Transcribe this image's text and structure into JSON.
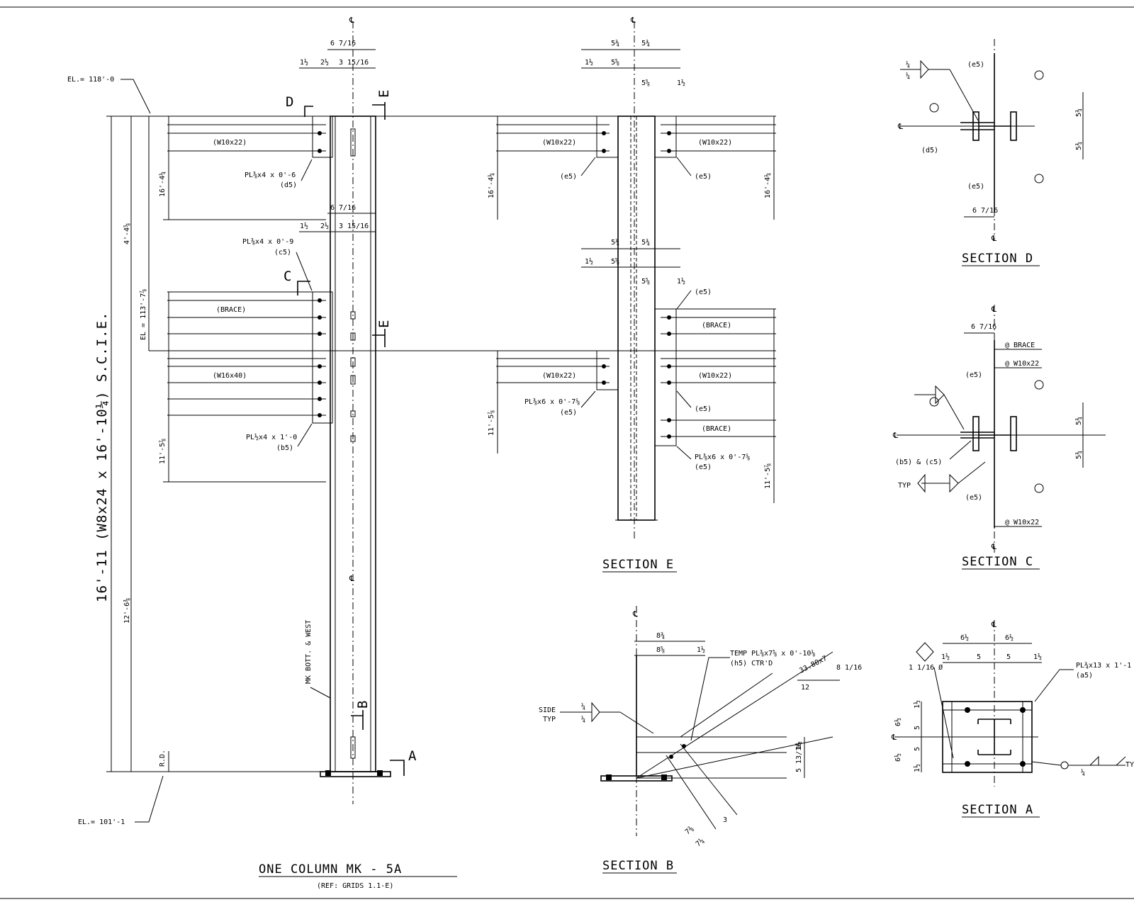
{
  "main": {
    "title": "ONE COLUMN MK - 5A",
    "subtitle": "(REF: GRIDS 1.1-E)",
    "member": "16'-11  (W8x24 x 16'-10¼)  S.C.I.E.",
    "el_top": "EL.= 118'-0",
    "el_bot": "EL.= 101'-1",
    "el_mid": "EL = 113'-7⅞",
    "dim_4_4": "4'-4⅝",
    "dim_12_6": "12'-6⅜",
    "dim_16_4": "16'-4¼",
    "dim_11_5": "11'-5⅞",
    "rd": "R.D.",
    "mk_note": "MK BOTT. & WEST",
    "beam_top": "(W10x22)",
    "brace": "(BRACE)",
    "beam_mid": "(W16x40)",
    "pl_d5": "PL⅜x4 x 0'-6",
    "pl_d5_mk": "(d5)",
    "pl_c5": "PL⅜x4 x 0'-9",
    "pl_c5_mk": "(c5)",
    "pl_b5": "PL½x4 x 1'-0",
    "pl_b5_mk": "(b5)",
    "dim_6_7": "6 7/16",
    "dim_1_5": "1½",
    "dim_2_5": "2½",
    "dim_3_15": "3 15/16",
    "cut_d": "D",
    "cut_c": "C",
    "cut_e": "E",
    "cut_b": "B",
    "cut_a": "A"
  },
  "section_e": {
    "title": "SECTION E",
    "beam": "(W10x22)",
    "brace": "(BRACE)",
    "mk_e5": "(e5)",
    "pl": "PL⅜x6 x 0'-7⅛",
    "dim_5_3": "5¾",
    "dim_5_5": "5⅝",
    "dim_1_5": "1½",
    "dim_16_4": "16'-4¼",
    "dim_11_5": "11'-5⅞"
  },
  "section_d": {
    "title": "SECTION D",
    "mk_e5": "(e5)",
    "mk_d5": "(d5)",
    "dim_6_7": "6 7/16",
    "dim_5_3": "5¾",
    "weld": "¼"
  },
  "section_c": {
    "title": "SECTION C",
    "at_brace": "@ BRACE",
    "at_w10": "@ W10x22",
    "mk_e5": "(e5)",
    "mk_bc": "(b5) & (c5)",
    "typ": "TYP",
    "dim_6_7": "6 7/16",
    "dim_5_3": "5¾"
  },
  "section_b": {
    "title": "SECTION B",
    "temp_pl": "TEMP PL⅜x7⅝ x 0'-10⅛",
    "temp_mk": "(h5) CTR'D",
    "slope": "12",
    "slope_rise": "8 1/16",
    "slope_len": "33.80x7",
    "side": "SIDE",
    "typ": "TYP",
    "dim_8_3": "8¾",
    "dim_8_5": "8⅝",
    "dim_1_5": "1½",
    "dim_5_13": "5 13/16",
    "dim_7_3": "7⅜",
    "dim_7_1": "7¼",
    "dim_3": "3"
  },
  "section_a": {
    "title": "SECTION A",
    "base_pl": "PL¾x13 x 1'-1",
    "base_mk": "(a5)",
    "hole": "1 1/16 Ø",
    "dim_6_1": "6½",
    "dim_5": "5",
    "dim_1_5": "1½",
    "typ": "TY",
    "weld": "¼"
  }
}
